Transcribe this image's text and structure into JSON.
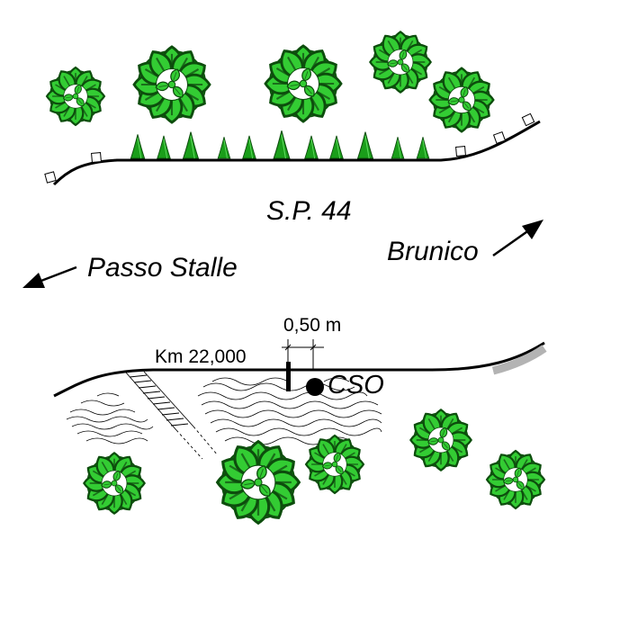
{
  "labels": {
    "road_name": "S.P. 44",
    "direction_left": "Passo Stalle",
    "direction_right": "Brunico",
    "distance": "0,50 m",
    "kilometer": "Km 22,000",
    "station": "CSO"
  },
  "colors": {
    "tree_light": "#33cc33",
    "tree_dark": "#1a6e1a",
    "tree_outline": "#0d4d0d",
    "line": "#000000",
    "guardrail_shoulder": "#b3b3b3"
  },
  "icons": {
    "tree": "tree-top-view-icon",
    "cypress": "cypress-tree-icon",
    "arrow": "arrow-icon",
    "station_marker": "filled-circle-icon",
    "bollard": "square-bollard-icon"
  }
}
